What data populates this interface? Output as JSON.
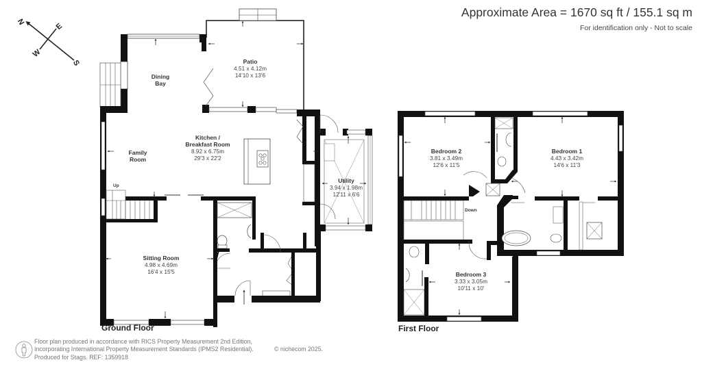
{
  "header": {
    "area_title": "Approximate Area = 1670 sq ft / 155.1 sq m",
    "disclaimer": "For identification only - Not to scale"
  },
  "compass": {
    "north": "N",
    "east": "E",
    "south": "S",
    "west": "W"
  },
  "ground_floor": {
    "label": "Ground Floor",
    "stairs_label": "Up",
    "rooms": [
      {
        "name": "Patio",
        "metric": "4.51 x 4.12m",
        "imperial": "14'10 x 13'6"
      },
      {
        "name": "Dining",
        "name2": "Bay",
        "metric": "",
        "imperial": ""
      },
      {
        "name": "Kitchen /",
        "name2": "Breakfast Room",
        "metric": "8.92 x 6.75m",
        "imperial": "29'3 x 22'2"
      },
      {
        "name": "Family",
        "name2": "Room",
        "metric": "",
        "imperial": ""
      },
      {
        "name": "Utility",
        "metric": "3.94 x 1.98m",
        "imperial": "12'11 x 6'6"
      },
      {
        "name": "Sitting Room",
        "metric": "4.98 x 4.69m",
        "imperial": "16'4 x 15'5"
      }
    ]
  },
  "first_floor": {
    "label": "First Floor",
    "stairs_label": "Down",
    "rooms": [
      {
        "name": "Bedroom 2",
        "metric": "3.81 x 3.49m",
        "imperial": "12'6 x 11'5"
      },
      {
        "name": "Bedroom 1",
        "metric": "4.43 x 3.42m",
        "imperial": "14'6 x 11'3"
      },
      {
        "name": "Bedroom 3",
        "metric": "3.33 x 3.05m",
        "imperial": "10'11 x 10'"
      }
    ]
  },
  "footer": {
    "line1": "Floor plan produced in accordance with RICS Property Measurement 2nd Edition,",
    "line2": "Incorporating International Property Measurement Standards (IPMS2 Residential).",
    "copyright": "© nichecom 2025.",
    "line3": "Produced for Stags.   REF: 1359918"
  },
  "colors": {
    "wall": "#111111",
    "line": "#444444",
    "text": "#333333",
    "footer_text": "#777777"
  }
}
